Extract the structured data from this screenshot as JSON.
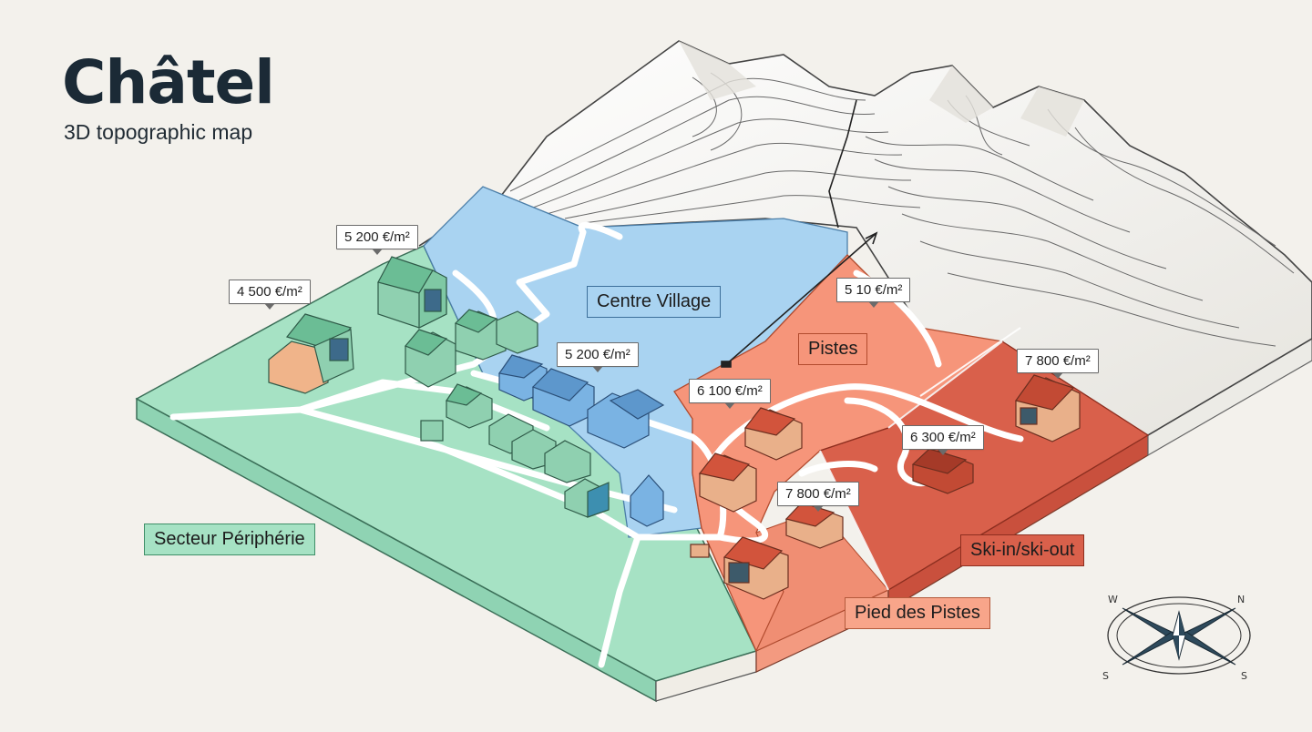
{
  "header": {
    "title": "Châtel",
    "subtitle": "3D topographic map"
  },
  "zones": {
    "peripherie": "Secteur Périphérie",
    "centre": "Centre Village",
    "pistes": "Pistes",
    "ski_in_out": "Ski-in/ski-out",
    "pied_des_pistes": "Pied des Pistes"
  },
  "prices": [
    "5 200 €/m²",
    "4 500 €/m²",
    "5 200 €/m²",
    "5 10 €/m²",
    "6 100 €/m²",
    "7 800 €/m²",
    "6 300 €/m²",
    "7 800 €/m²"
  ],
  "compass": {
    "n": "N",
    "s": "S",
    "e": "S",
    "w": "W"
  },
  "colors": {
    "peripherie": "#a6e2c4",
    "centre_village": "#a9d3f1",
    "pistes": "#f6957a",
    "ski_in_out": "#d9604b",
    "mountain": "#f7f6f2",
    "background": "#f3f1ec"
  },
  "icons": [
    "compass-rose-icon"
  ]
}
